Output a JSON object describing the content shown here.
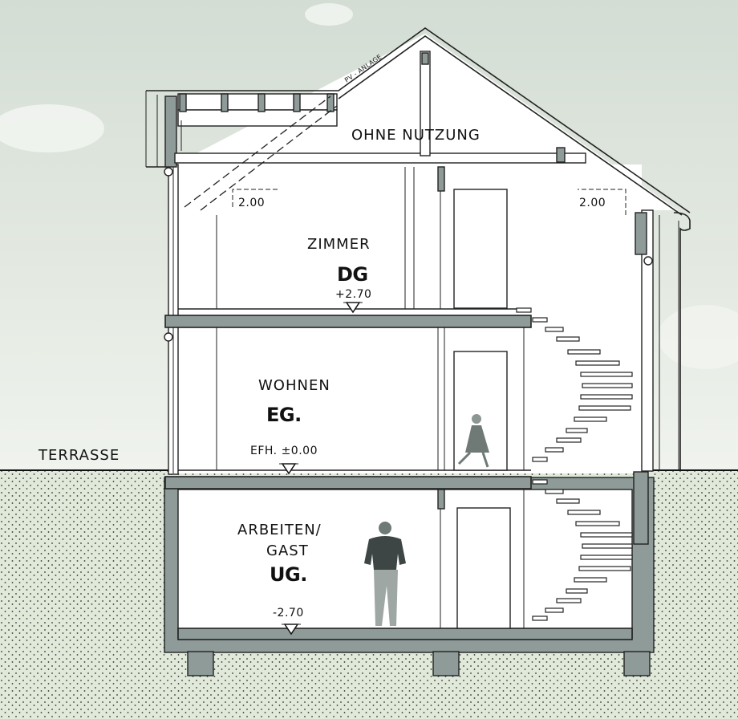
{
  "colors": {
    "sky_top": "#d5dfd6",
    "sky_bottom": "#eef2ec",
    "ground": "#dfe8d8",
    "section_fill": "#8e9b98",
    "interior": "#ffffff",
    "ink": "#111111"
  },
  "labels": {
    "attic": "OHNE NUTZUNG",
    "pv": "PV - ANLAGE",
    "terrace": "TERRASSE",
    "dg_room": "ZIMMER",
    "dg_level": "DG",
    "dg_elev": "+2.70",
    "height_left": "2.00",
    "height_right": "2.00",
    "eg_room": "WOHNEN",
    "eg_level": "EG.",
    "eg_elev": "EFH. ±0.00",
    "ug_room_1": "ARBEITEN/",
    "ug_room_2": "GAST",
    "ug_level": "UG.",
    "ug_elev": "-2.70"
  },
  "icons": {
    "elevation_marker": "triangle-down-icon",
    "person": "man-figure",
    "child": "girl-figure"
  }
}
